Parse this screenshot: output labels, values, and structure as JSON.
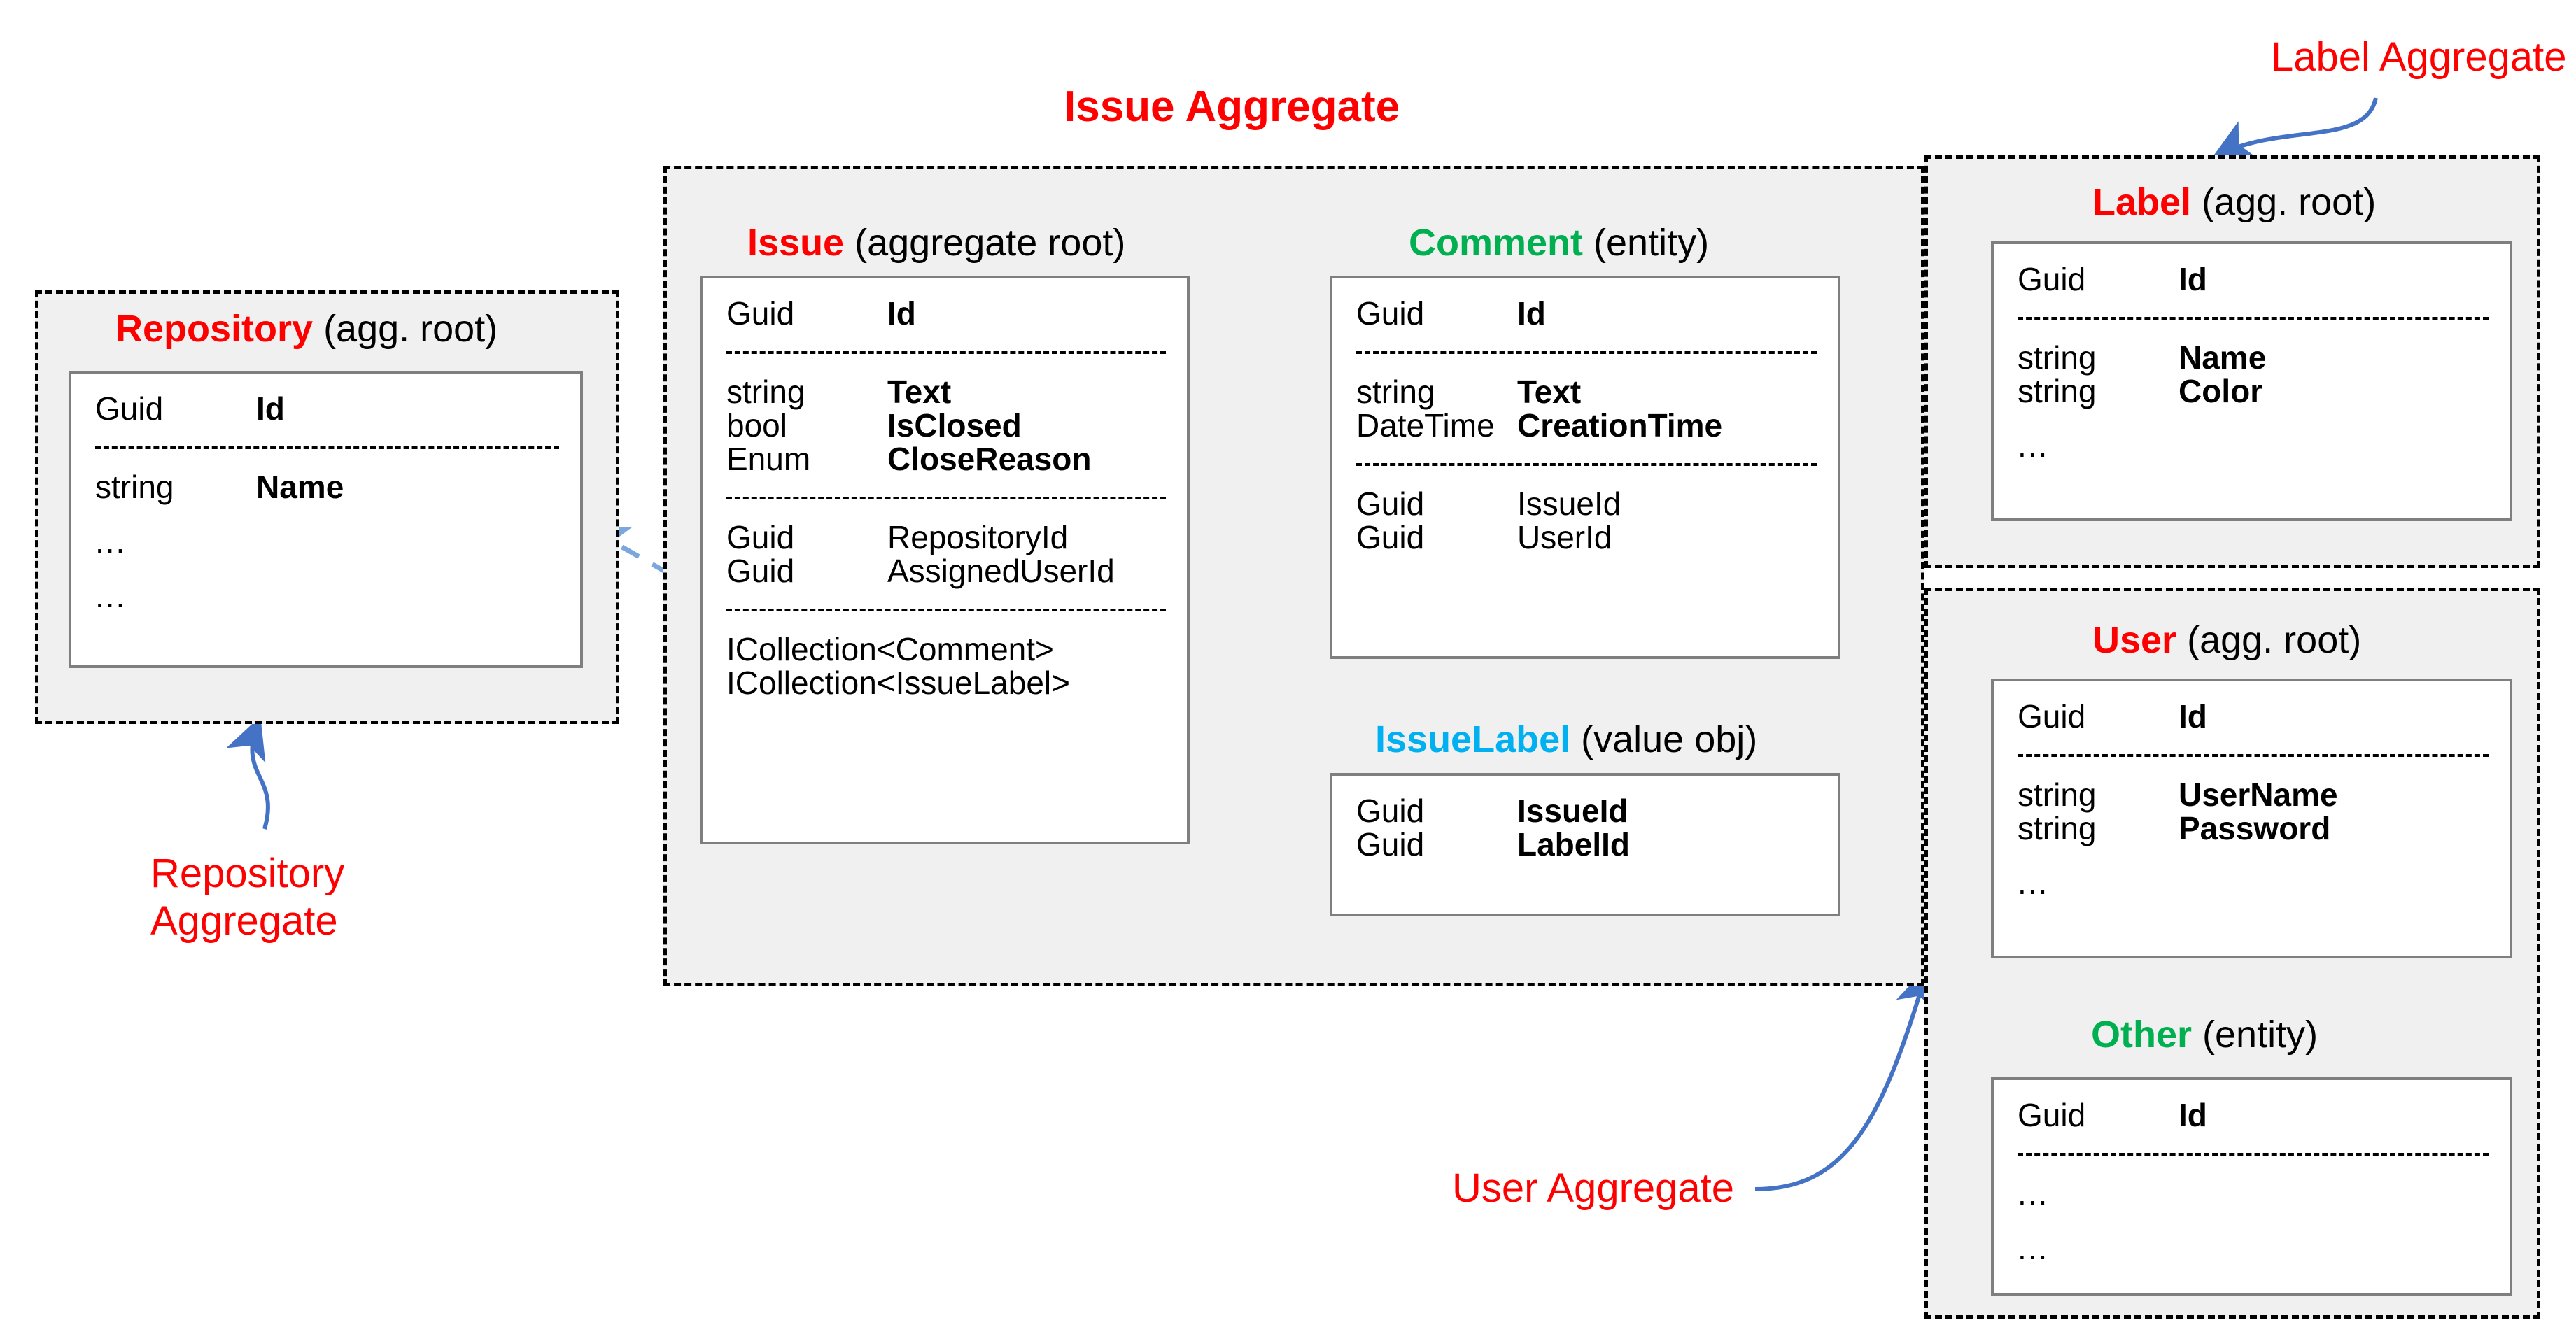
{
  "diagram": {
    "title": "Issue Aggregate",
    "colors": {
      "aggregate_root": "#ff0000",
      "entity": "#00b050",
      "value_object": "#00b0f0",
      "arrow": "#4472c4",
      "container_fill": "#f0f0f0",
      "card_border": "#7f7f7f"
    }
  },
  "aggregates": {
    "issue": {
      "title": "Issue Aggregate",
      "entities": {
        "issue": {
          "name": "Issue",
          "stereotype": "(aggregate root)",
          "kind": "aggregate-root",
          "rows": [
            {
              "type": "Guid",
              "prop": "Id",
              "bold": true
            },
            {
              "sep": true
            },
            {
              "type": "string",
              "prop": "Text",
              "bold": true
            },
            {
              "type": "bool",
              "prop": "IsClosed",
              "bold": true
            },
            {
              "type": "Enum",
              "prop": "CloseReason",
              "bold": true
            },
            {
              "sep": true
            },
            {
              "type": "Guid",
              "prop": "RepositoryId",
              "bold": false
            },
            {
              "type": "Guid",
              "prop": "AssignedUserId",
              "bold": false
            },
            {
              "sep": true
            },
            {
              "type": "ICollection<Comment>",
              "prop": "",
              "bold": false,
              "wide": true
            },
            {
              "type": "ICollection<IssueLabel>",
              "prop": "",
              "bold": false,
              "wide": true
            }
          ]
        },
        "comment": {
          "name": "Comment",
          "stereotype": "(entity)",
          "kind": "entity",
          "rows": [
            {
              "type": "Guid",
              "prop": "Id",
              "bold": true
            },
            {
              "sep": true
            },
            {
              "type": "string",
              "prop": "Text",
              "bold": true
            },
            {
              "type": "DateTime",
              "prop": "CreationTime",
              "bold": true
            },
            {
              "sep": true
            },
            {
              "type": "Guid",
              "prop": "IssueId",
              "bold": false
            },
            {
              "type": "Guid",
              "prop": "UserId",
              "bold": false
            }
          ]
        },
        "issuelabel": {
          "name": "IssueLabel",
          "stereotype": "(value obj)",
          "kind": "value-object",
          "rows": [
            {
              "type": "Guid",
              "prop": "IssueId",
              "bold": true
            },
            {
              "type": "Guid",
              "prop": "LabelId",
              "bold": true
            }
          ]
        }
      }
    },
    "repository": {
      "callout": "Repository\nAggregate",
      "entities": {
        "repository": {
          "name": "Repository",
          "stereotype": "(agg. root)",
          "kind": "aggregate-root",
          "rows": [
            {
              "type": "Guid",
              "prop": "Id",
              "bold": true
            },
            {
              "sep": true
            },
            {
              "type": "string",
              "prop": "Name",
              "bold": true
            },
            {
              "dots": "..."
            },
            {
              "dots": "..."
            }
          ]
        }
      }
    },
    "label": {
      "callout": "Label Aggregate",
      "entities": {
        "label": {
          "name": "Label",
          "stereotype": "(agg. root)",
          "kind": "aggregate-root",
          "rows": [
            {
              "type": "Guid",
              "prop": "Id",
              "bold": true
            },
            {
              "sep": true
            },
            {
              "type": "string",
              "prop": "Name",
              "bold": true
            },
            {
              "type": "string",
              "prop": "Color",
              "bold": true
            },
            {
              "dots": "..."
            }
          ]
        }
      }
    },
    "user": {
      "callout": "User Aggregate",
      "entities": {
        "user": {
          "name": "User",
          "stereotype": "(agg. root)",
          "kind": "aggregate-root",
          "rows": [
            {
              "type": "Guid",
              "prop": "Id",
              "bold": true
            },
            {
              "sep": true
            },
            {
              "type": "string",
              "prop": "UserName",
              "bold": true
            },
            {
              "type": "string",
              "prop": "Password",
              "bold": true
            },
            {
              "dots": "..."
            }
          ]
        },
        "other": {
          "name": "Other",
          "stereotype": "(entity)",
          "kind": "entity",
          "rows": [
            {
              "type": "Guid",
              "prop": "Id",
              "bold": true
            },
            {
              "sep": true
            },
            {
              "dots": "..."
            },
            {
              "dots": "..."
            }
          ]
        }
      }
    }
  },
  "relations": [
    {
      "from": "Issue.RepositoryId",
      "to": "Repository",
      "style": "dashed"
    },
    {
      "from": "Issue.AssignedUserId",
      "to": "User",
      "style": "dashed"
    },
    {
      "from": "Issue.ICollection<Comment>",
      "to": "Comment",
      "style": "dashed"
    },
    {
      "from": "Issue.ICollection<IssueLabel>",
      "to": "IssueLabel",
      "style": "dashed"
    },
    {
      "from": "Comment.UserId",
      "to": "User",
      "style": "dashed"
    },
    {
      "from": "IssueLabel.LabelId",
      "to": "Label",
      "style": "dashed"
    },
    {
      "from": "User",
      "to": "Other",
      "style": "solid"
    }
  ]
}
